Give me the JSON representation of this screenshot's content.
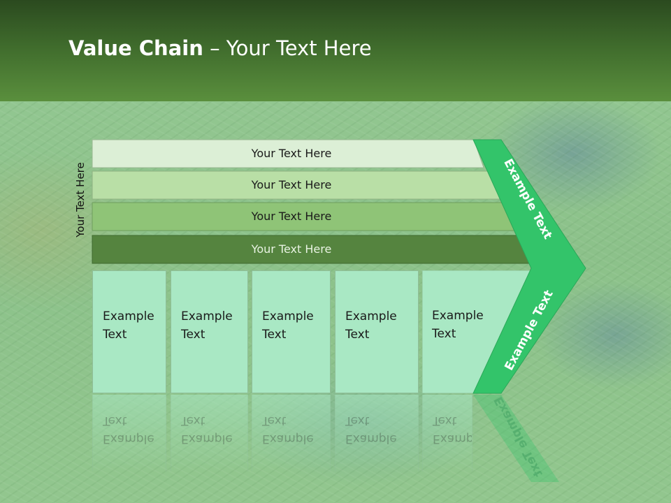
{
  "title": {
    "bold": "Value Chain",
    "rest": " – Your Text Here"
  },
  "side_label": "Your Text Here",
  "bands": [
    {
      "label": "Your Text Here",
      "color": "#dcefd6"
    },
    {
      "label": "Your Text Here",
      "color": "#b9dfa6"
    },
    {
      "label": "Your Text Here",
      "color": "#8fc477"
    },
    {
      "label": "Your Text Here",
      "color": "#55843f"
    }
  ],
  "columns": [
    {
      "text": "Example\nText"
    },
    {
      "text": "Example\nText"
    },
    {
      "text": "Example\nText"
    },
    {
      "text": "Example\nText"
    },
    {
      "text": "Example\nText"
    }
  ],
  "chevron": {
    "color": "#33c46a",
    "top_label": "Example Text",
    "bottom_label": "Example Text"
  }
}
